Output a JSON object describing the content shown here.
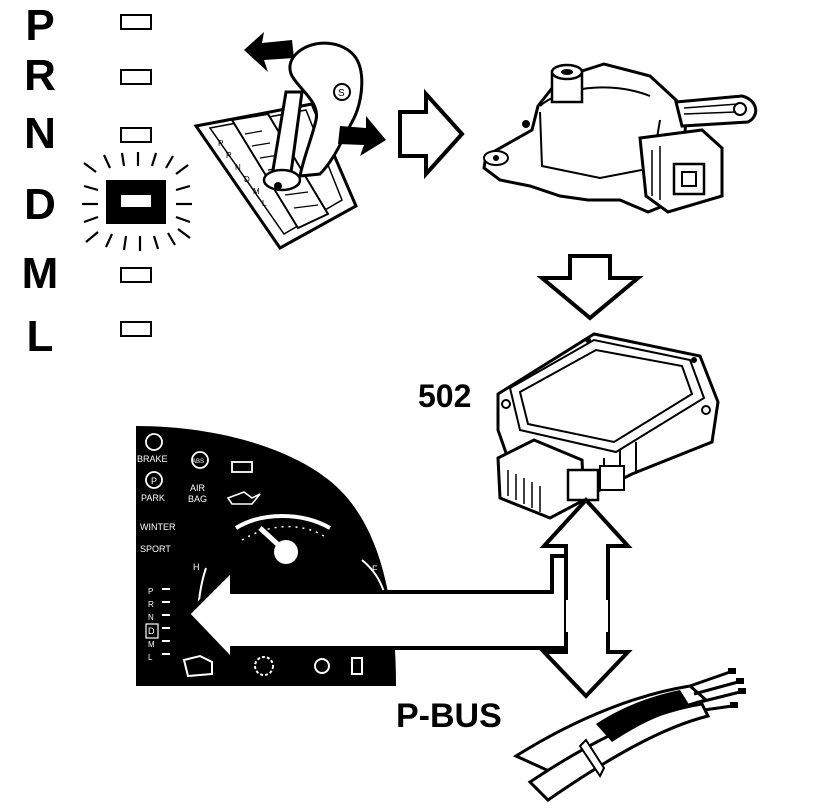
{
  "gear_selector": {
    "letters": [
      "P",
      "R",
      "N",
      "D",
      "M",
      "L"
    ],
    "active": "D"
  },
  "control_unit_label": "502",
  "bus_label": "P-BUS",
  "cluster": {
    "brake": "BRAKE",
    "park": "PARK",
    "park_symbol": "P",
    "airbag_line1": "AIR",
    "airbag_line2": "BAG",
    "abs": "ABS",
    "winter": "WINTER",
    "sport": "SPORT",
    "gauge_h": "H",
    "gauge_f": "F",
    "gear_list": [
      "P",
      "R",
      "N",
      "D",
      "M",
      "L"
    ],
    "active_gear": "D"
  },
  "shifter_marks": [
    "P",
    "R",
    "N",
    "D",
    "M",
    "L"
  ]
}
